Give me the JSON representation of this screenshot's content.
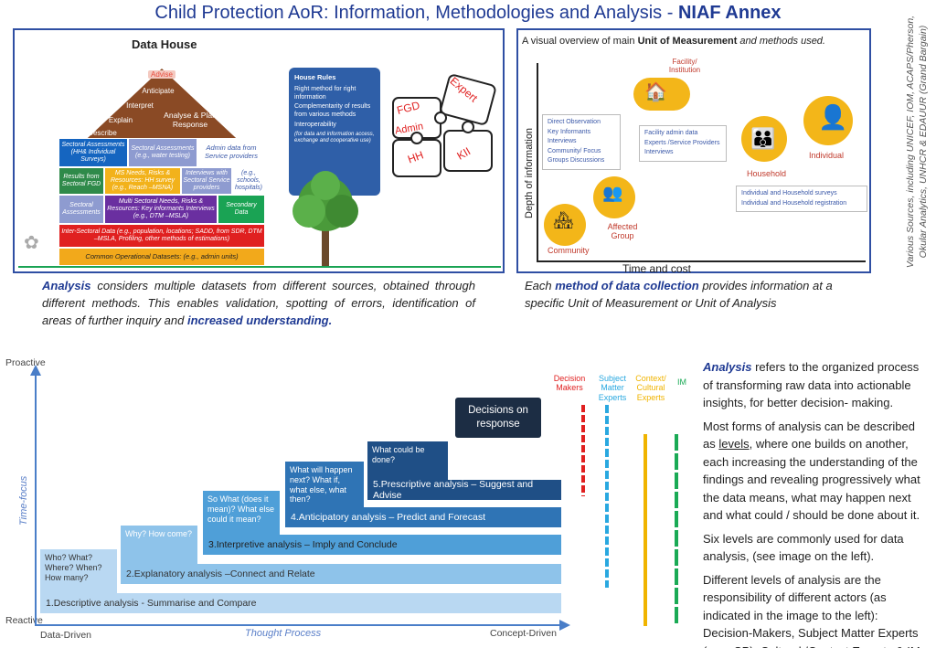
{
  "title": {
    "prefix": "Child Protection AoR: Information, Methodologies and Analysis - ",
    "bold": "NIAF Annex"
  },
  "side_source": {
    "line1": "Various Sources, including UNICEF, IOM, ACAPS/Pherson,",
    "line2": "Okular Analytics, UNHCR & EDAUUR (Grand Bargain)"
  },
  "data_house": {
    "title": "Data House",
    "roof": [
      "Advise",
      "Anticipate",
      "Interpret",
      "Explain",
      "Describe"
    ],
    "roof_center": "Analyse & Plan Response",
    "rows": [
      [
        "Sectoral Assessments (HH& Individual Surveys)",
        "Sectoral Assessments (e.g., water testing)",
        "Admin data from Service providers"
      ],
      [
        "Results from Sectoral FGD",
        "MS Needs, Risks & Resources: HH survey (e.g., Reach –MSNA)",
        "Interviews with Sectoral Service providers",
        "(e.g., schools, hospitals)"
      ],
      [
        "Sectoral Assessments",
        "Multi Sectoral Needs, Risks & Resources: Key informants Interviews (e.g., DTM –MSLA)",
        "Secondary Data"
      ],
      [
        "Inter-Sectoral Data (e.g., population, locations; SADD, from SDR, DTM –MSLA, Profiling, other methods of estimations)"
      ],
      [
        "Common Operational Datasets: (e.g., admin units)"
      ]
    ],
    "rules_title": "House Rules",
    "rules": [
      "Right method for right information",
      "Complementarity of results from various methods",
      "Interoperability"
    ],
    "rules_note": "(for data and information access, exchange and cooperative use)",
    "puzzle": [
      "FGD",
      "Expert",
      "Admin",
      "HH",
      "KII"
    ]
  },
  "left_caption": {
    "b1": "Analysis",
    "t1": " considers multiple datasets from different sources, obtained through different methods. This enables validation, spotting of errors, identification of areas of further inquiry and ",
    "b2": "increased understanding."
  },
  "visual": {
    "heading_pre": "A visual overview of main ",
    "heading_bold": "Unit of Measurement",
    "heading_post": " and methods used.",
    "y_axis": "Depth of information",
    "x_axis": "Time and cost",
    "units": [
      "Facility/ Institution",
      "Household",
      "Individual",
      "Affected Group",
      "Community"
    ],
    "box_a": [
      "Direct Observation",
      "Key Informants Interviews",
      "Community/ Focus Groups Discussions"
    ],
    "box_b": [
      "Facility admin data",
      "Experts /Service Providers Interviews"
    ],
    "box_c": [
      "Individual and Household surveys",
      "Individual and Household registration"
    ]
  },
  "right_caption": {
    "t1": "Each ",
    "b1": "method of data collection",
    "t2": " provides information at a specific Unit of Measurement or Unit of Analysis"
  },
  "levels": {
    "y_top": "Proactive",
    "y_bottom": "Reactive",
    "y_label": "Time-focus",
    "x_left": "Data-Driven",
    "x_mid": "Thought Process",
    "x_right": "Concept-Driven",
    "steps": [
      "1.Descriptive analysis - Summarise and Compare",
      "2.Explanatory analysis –Connect and Relate",
      "3.Interpretive analysis – Imply and Conclude",
      "4.Anticipatory analysis – Predict and Forecast",
      "5.Prescriptive analysis – Suggest and Advise"
    ],
    "questions": [
      "Who? What? Where? When? How many?",
      "Why? How come?",
      "So What (does it mean)? What else could it mean?",
      "What will happen next? What if, what else, what then?",
      "What could be done?"
    ],
    "decisions": "Decisions on response",
    "actors": [
      {
        "label": "Decision Makers",
        "color": "#e02020"
      },
      {
        "label": "Subject Matter Experts",
        "color": "#29a8e0"
      },
      {
        "label": "Context/ Cultural Experts",
        "color": "#f0b400"
      },
      {
        "label": "IM",
        "color": "#1aaa55"
      }
    ]
  },
  "analysis_text": {
    "p1_b": "Analysis",
    "p1": " refers to the organized process of transforming raw data into actionable insights, for better decision- making.",
    "p2_a": "Most forms of analysis can be described as ",
    "p2_u": "levels",
    "p2_b": ", where one builds on another, each increasing the understanding of the findings and revealing progressively what the data means, what may happen next and what could / should be done about it.",
    "p3": "Six levels are commonly used for data analysis, (see image on the left).",
    "p4": "Different levels of analysis are the responsibility of different actors (as indicated in the image to the left): Decision-Makers, Subject Matter Experts (e.g., CP), Cultural /Context Experts & IM."
  }
}
